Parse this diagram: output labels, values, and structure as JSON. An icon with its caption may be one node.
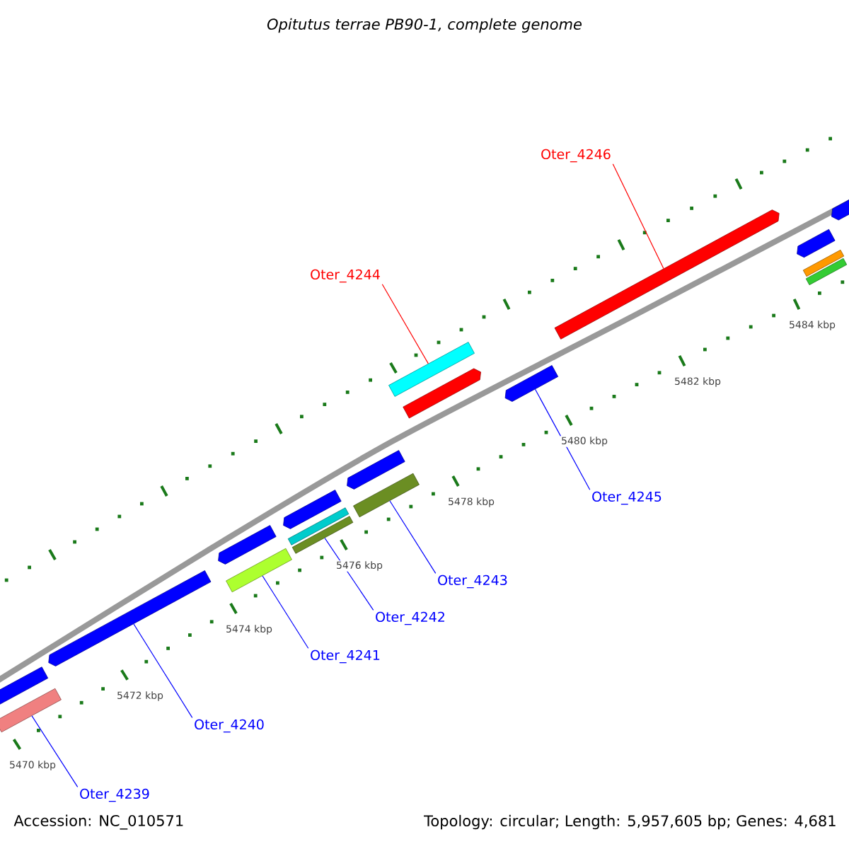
{
  "diagram": {
    "title": "Opitutus terrae PB90-1, complete genome",
    "nodes": [
      {
        "text": [],
        "shape": "bar"
      },
      {
        "text": [],
        "shape": "bar"
      },
      {
        "text": [],
        "shape": "bar"
      },
      {
        "text": [],
        "shape": "bar"
      },
      {
        "text": [],
        "shape": "bar"
      },
      {
        "text": [],
        "shape": "bar"
      },
      {
        "text": [],
        "shape": "bar"
      },
      {
        "text": [],
        "shape": "bar"
      },
      {
        "text": [],
        "shape": "bar"
      },
      {
        "text": [],
        "shape": "bar"
      },
      {
        "text": [],
        "shape": "bar"
      },
      {
        "text": [],
        "shape": "bar"
      },
      {
        "text": [],
        "shape": "bar"
      },
      {
        "text": [],
        "shape": "bar"
      },
      {
        "text": [],
        "shape": "bar"
      },
      {
        "text": [],
        "shape": "bar"
      },
      {
        "text": [],
        "shape": "bar"
      },
      {
        "text": [],
        "shape": "bar"
      },
      {
        "text": [
          "Oter_4239"
        ]
      },
      {
        "text": [
          "Oter_4240"
        ]
      },
      {
        "text": [
          "Oter_4241"
        ]
      },
      {
        "text": [
          "Oter_4242"
        ]
      },
      {
        "text": [
          "Oter_4243"
        ]
      },
      {
        "text": [
          "Oter_4244"
        ]
      },
      {
        "text": [
          "Oter_4245"
        ]
      },
      {
        "text": [
          "Oter_4246"
        ]
      }
    ],
    "edges": [
      {
        "from": 18,
        "to": 1,
        "arrow": "none"
      },
      {
        "from": 19,
        "to": 2,
        "arrow": "none"
      },
      {
        "from": 20,
        "to": 4,
        "arrow": "none"
      },
      {
        "from": 21,
        "to": 7,
        "arrow": "none"
      },
      {
        "from": 22,
        "to": 9,
        "arrow": "none"
      },
      {
        "from": 23,
        "to": 10,
        "arrow": "none",
        "color": "#ff0000"
      },
      {
        "from": 24,
        "to": 12,
        "arrow": "none"
      },
      {
        "from": 25,
        "to": 13,
        "arrow": "none",
        "color": "#ff0000"
      }
    ],
    "labels": [
      "5470 kbp",
      "5472 kbp",
      "5474 kbp",
      "5476 kbp",
      "5478 kbp",
      "5480 kbp",
      "5482 kbp",
      "5484 kbp",
      "Accession: NC_010571",
      "Topology: circular; Length: 5,957,605 bp; Genes: 4,681"
    ]
  }
}
